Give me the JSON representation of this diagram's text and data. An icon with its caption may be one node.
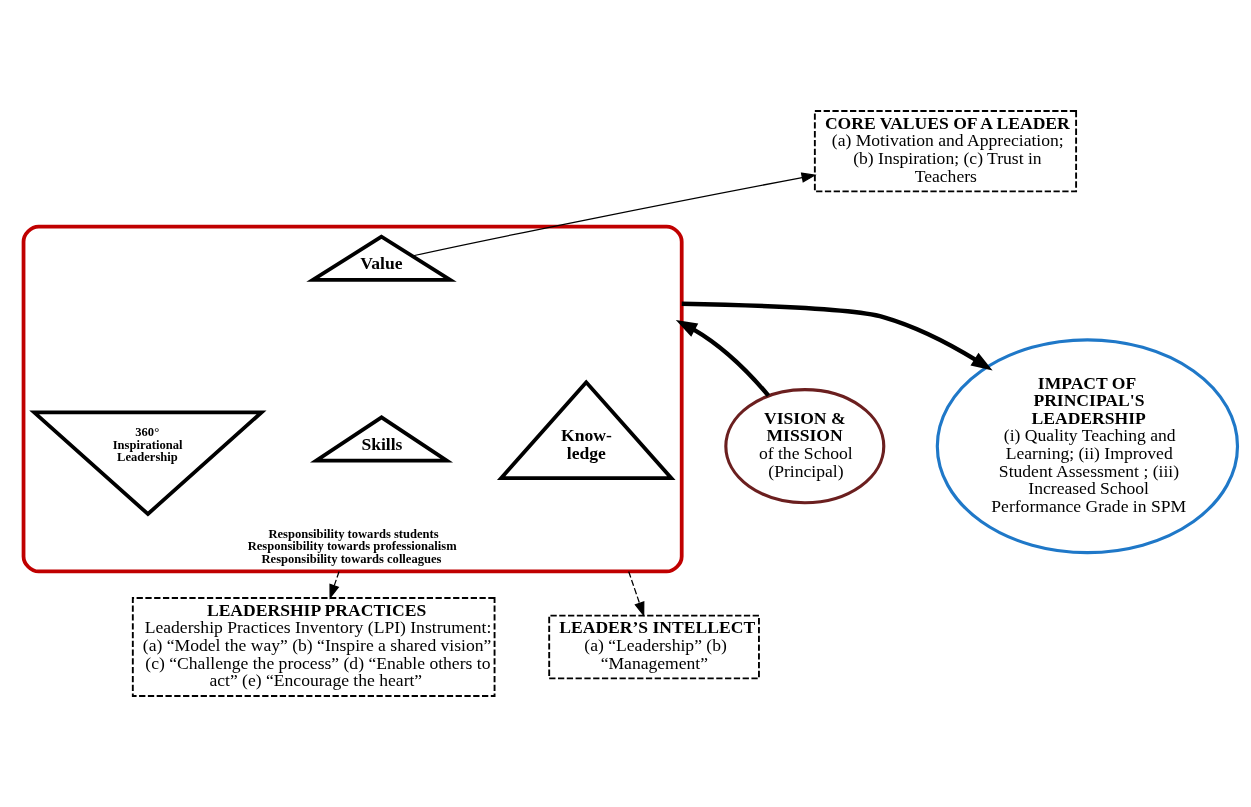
{
  "diagram": {
    "nodes": [
      {
        "text": [
          "VISION & MISSION",
          "of the School (Principal)"
        ]
      },
      {
        "text": [
          "CORE VALUES OF A LEADER",
          "(a) Motivation and Appreciation; (b) Inspiration; (c) Trust in Teachers"
        ]
      },
      {
        "text": [
          "Responsibility towards students",
          "Responsibility towards professionalism",
          "Responsibility towards colleagues"
        ]
      },
      {
        "text": [
          "Value"
        ],
        "in": 2
      },
      {
        "text": [
          "360° Inspirational Leadership"
        ],
        "in": 2
      },
      {
        "text": [
          "Skills"
        ],
        "in": 2
      },
      {
        "text": [
          "Know-ledge"
        ],
        "in": 2
      },
      {
        "text": [
          "IMPACT OF PRINCIPAL'S LEADERSHIP",
          "(i) Quality Teaching and Learning; (ii) Improved Student Assessment ; (iii) Increased School Performance Grade in SPM"
        ]
      },
      {
        "text": [
          "LEADERSHIP PRACTICES",
          "Leadership Practices Inventory (LPI) Instrument: (a) “Model the way” (b) “Inspire a shared vision” (c) “Challenge the process” (d) “Enable others to act” (e) “Encourage the heart”"
        ]
      },
      {
        "text": [
          "LEADER’S INTELLECT",
          "(a) “Leadership” (b) “Management”"
        ]
      }
    ],
    "edges": [
      {
        "from": 0,
        "to": 2,
        "arrow": "to",
        "style": "thick"
      },
      {
        "from": 2,
        "to": 7,
        "arrow": "to",
        "style": "thick"
      },
      {
        "from": 3,
        "to": 1,
        "arrow": "to"
      },
      {
        "from": 2,
        "to": 8,
        "arrow": "to",
        "style": "dashed"
      },
      {
        "from": 2,
        "to": 9,
        "arrow": "to",
        "style": "dashed"
      }
    ]
  }
}
